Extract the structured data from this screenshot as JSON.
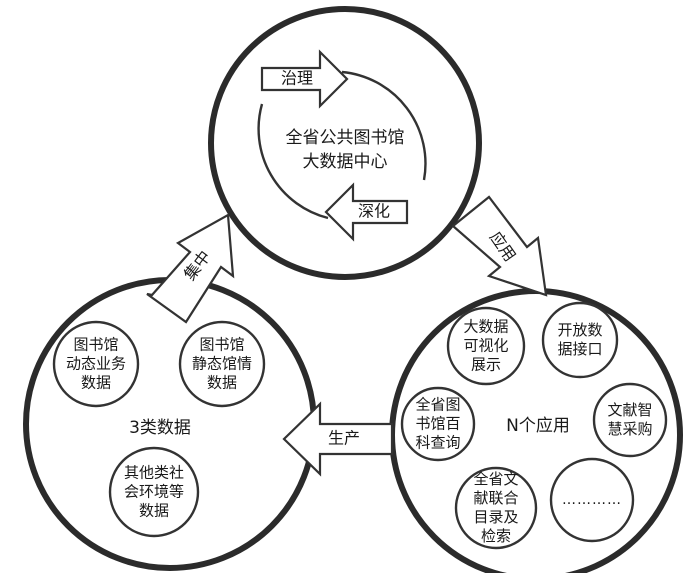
{
  "center": {
    "line1": "全省公共图书馆",
    "line2": "大数据中心",
    "cycle_top": "治理",
    "cycle_bottom": "深化"
  },
  "arrows": {
    "concentrate": "集中",
    "apply": "应用",
    "produce": "生产"
  },
  "data_circle": {
    "title": "3类数据",
    "items": [
      {
        "lines": [
          "图书馆",
          "动态业务",
          "数据"
        ]
      },
      {
        "lines": [
          "图书馆",
          "静态馆情",
          "数据"
        ]
      },
      {
        "lines": [
          "其他类社",
          "会环境等",
          "数据"
        ]
      }
    ]
  },
  "app_circle": {
    "title": "N个应用",
    "items": [
      {
        "lines": [
          "大数据",
          "可视化",
          "展示"
        ]
      },
      {
        "lines": [
          "开放数",
          "据接口"
        ]
      },
      {
        "lines": [
          "全省图",
          "书馆百",
          "科查询"
        ]
      },
      {
        "lines": [
          "文献智",
          "慧采购"
        ]
      },
      {
        "lines": [
          "全省文",
          "献联合",
          "目录及",
          "检索"
        ]
      },
      {
        "lines": [
          "…………"
        ]
      }
    ]
  }
}
